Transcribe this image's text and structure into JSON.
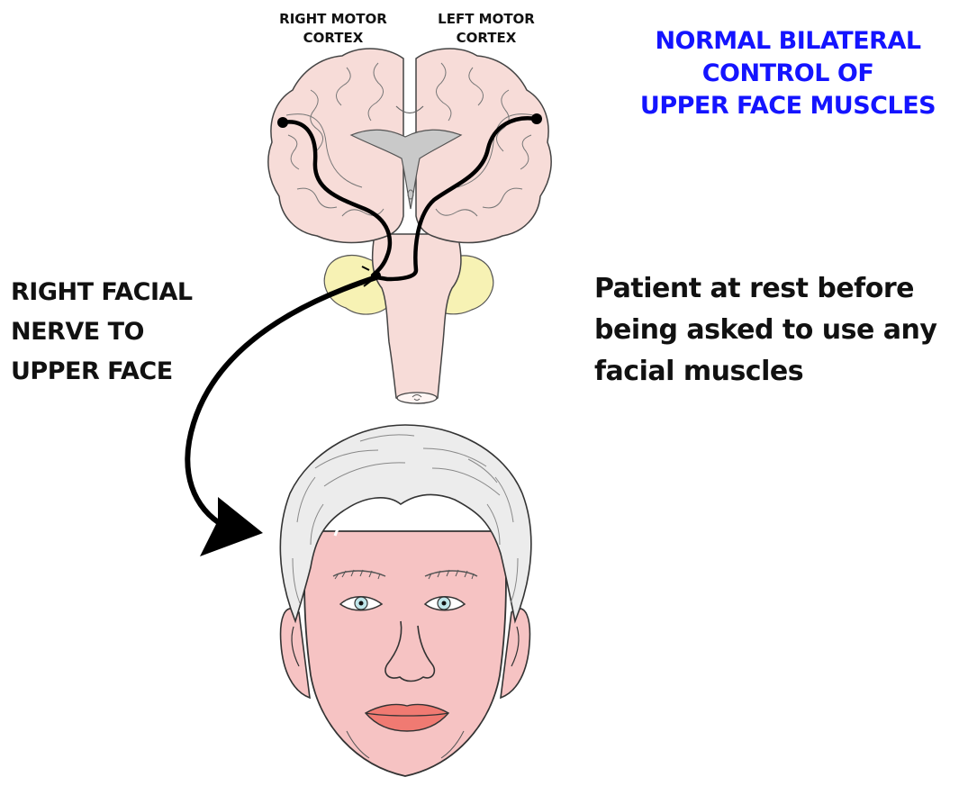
{
  "labels": {
    "right_motor_cortex": [
      "RIGHT MOTOR",
      "CORTEX"
    ],
    "left_motor_cortex": [
      "LEFT MOTOR",
      "CORTEX"
    ],
    "title": [
      "NORMAL BILATERAL",
      "CONTROL OF",
      "UPPER FACE MUSCLES"
    ],
    "nerve": [
      "RIGHT FACIAL",
      "NERVE TO",
      "UPPER FACE"
    ],
    "caption": [
      "Patient at rest before",
      "being asked to use any",
      "facial muscles"
    ]
  },
  "colors": {
    "title": "#1414ff",
    "text": "#111111",
    "brain": "#f7dcd8",
    "cerebellum": "#f7f2b4",
    "skin": "#f6c3c3",
    "hair": "#ececec",
    "lips": "#f07a72",
    "iris": "#bfe6ea",
    "pathway": "#000000"
  }
}
